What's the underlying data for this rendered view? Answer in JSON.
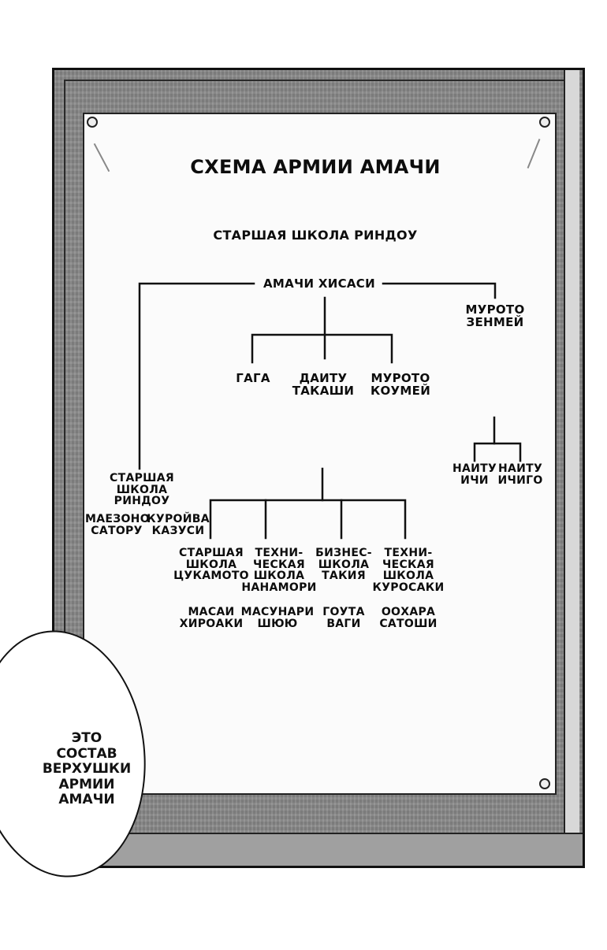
{
  "chart": {
    "title": "СХЕМА АРМИИ АМАЧИ",
    "school": "СТАРШАЯ ШКОЛА РИНДОУ",
    "leader": "АМАЧИ ХИСАСИ",
    "right_branch": {
      "name": "МУРОТО\nЗЕНМЕЙ",
      "children": [
        "НАИТУ\nИЧИ",
        "НАИТУ\nИЧИГО"
      ]
    },
    "center_branch": [
      "ГАГА",
      "ДАИТУ\nТАКАШИ",
      "МУРОТО\nКОУМЕЙ"
    ],
    "left_branch": {
      "school": "СТАРШАЯ\nШКОЛА РИНДОУ",
      "members": [
        "МАЕЗОНО\nСАТОРУ",
        "КУРОЙВА\nКАЗУСИ"
      ]
    },
    "bottom_branch": [
      {
        "school": "СТАРШАЯ\nШКОЛА\nЦУКАМОТО",
        "leader": "МАСАИ\nХИРОАКИ"
      },
      {
        "school": "ТЕХНИ-\nЧЕСКАЯ\nШКОЛА\nНАНАМОРИ",
        "leader": "МАСУНАРИ\nШЮЮ"
      },
      {
        "school": "БИЗНЕС-\nШКОЛА\nТАКИЯ",
        "leader": "ГОУТА\nВАГИ"
      },
      {
        "school": "ТЕХНИ-\nЧЕСКАЯ\nШКОЛА\nКУРОСАКИ",
        "leader": "ООХАРА\nСАТОШИ"
      }
    ]
  },
  "bubble": {
    "text": "ЭТО\nСОСТАВ\nВЕРХУШКИ\nАРМИИ\nАМАЧИ"
  },
  "colors": {
    "board": "#8a8a8a",
    "paper": "#fbfbfb",
    "ink": "#111111"
  }
}
